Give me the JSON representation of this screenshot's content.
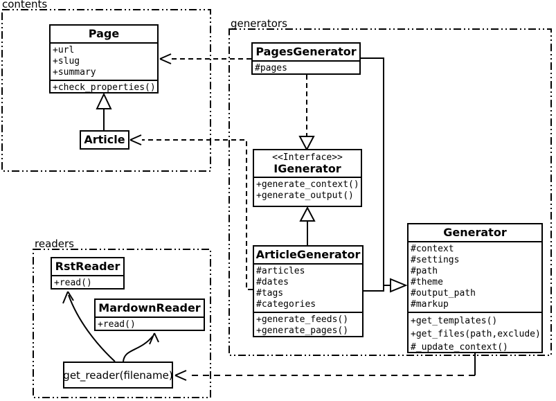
{
  "diagram": {
    "title": "Pelican UML class diagram",
    "background_color": "#ffffff",
    "line_color": "#000000"
  },
  "packages": {
    "contents": {
      "label": "contents"
    },
    "generators": {
      "label": "generators"
    },
    "readers": {
      "label": "readers"
    }
  },
  "classes": {
    "page": {
      "name": "Page",
      "attributes": [
        "+url",
        "+slug",
        "+summary"
      ],
      "methods": [
        "+check_properties()"
      ]
    },
    "article": {
      "name": "Article"
    },
    "pages_generator": {
      "name": "PagesGenerator",
      "attributes": [
        "#pages"
      ]
    },
    "igenerator": {
      "stereotype": "<<Interface>>",
      "name": "IGenerator",
      "methods": [
        "+generate_context()",
        "+generate_output()"
      ]
    },
    "article_generator": {
      "name": "ArticleGenerator",
      "attributes": [
        "#articles",
        "#dates",
        "#tags",
        "#categories"
      ],
      "methods": [
        "+generate_feeds()",
        "+generate_pages()"
      ]
    },
    "generator": {
      "name": "Generator",
      "attributes": [
        "#context",
        "#settings",
        "#path",
        "#theme",
        "#output_path",
        "#markup"
      ],
      "methods": [
        "+get_templates()",
        "+get_files(path,exclude)",
        "#_update_context()"
      ]
    },
    "rst_reader": {
      "name": "RstReader",
      "methods": [
        "+read()"
      ]
    },
    "markdown_reader": {
      "name": "MardownReader",
      "methods": [
        "+read()"
      ]
    },
    "get_reader": {
      "label": "get_reader(filename)"
    }
  },
  "relations": [
    {
      "from": "Article",
      "to": "Page",
      "type": "inheritance"
    },
    {
      "from": "PagesGenerator",
      "to": "Page",
      "type": "dependency"
    },
    {
      "from": "ArticleGenerator",
      "to": "Article",
      "type": "dependency"
    },
    {
      "from": "PagesGenerator",
      "to": "IGenerator",
      "type": "realization"
    },
    {
      "from": "ArticleGenerator",
      "to": "IGenerator",
      "type": "inheritance"
    },
    {
      "from": "PagesGenerator",
      "to": "Generator",
      "type": "inheritance"
    },
    {
      "from": "ArticleGenerator",
      "to": "Generator",
      "type": "inheritance"
    },
    {
      "from": "Generator",
      "to": "get_reader(filename)",
      "type": "dependency"
    },
    {
      "from": "get_reader(filename)",
      "to": "RstReader",
      "type": "arrow"
    },
    {
      "from": "get_reader(filename)",
      "to": "MardownReader",
      "type": "arrow"
    }
  ]
}
